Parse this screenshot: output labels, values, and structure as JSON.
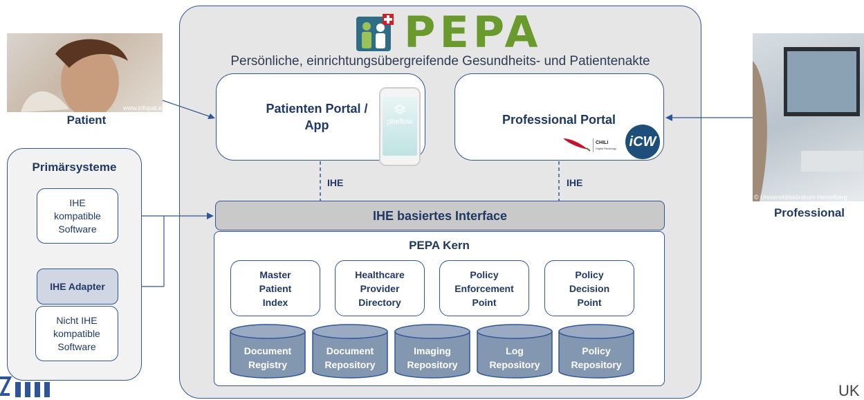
{
  "logo": {
    "wordmark": "PEPA"
  },
  "subtitle": "Persönliche, einrichtungsübergreifende Gesundheits- und Patientenakte",
  "portals": {
    "patient": {
      "title_line1": "Patienten Portal /",
      "title_line2": "App",
      "app_name": "phellow"
    },
    "professional": {
      "title": "Professional Portal",
      "chili_label": "CHILI",
      "chili_sub": "Digital Radiology",
      "icw_label": "iCW"
    }
  },
  "ihe_labels": {
    "left": "IHE",
    "right": "IHE"
  },
  "interface": {
    "label": "IHE basiertes Interface"
  },
  "kern": {
    "title": "PEPA Kern",
    "components": [
      "Master\nPatient\nIndex",
      "Healthcare\nProvider\nDirectory",
      "Policy\nEnforcement\nPoint",
      "Policy\nDecision\nPoint"
    ],
    "repositories": [
      "Document\nRegistry",
      "Document\nRepository",
      "Imaging\nRepository",
      "Log\nRepository",
      "Policy\nRepository"
    ]
  },
  "actors": {
    "patient": {
      "label": "Patient",
      "credit": "www.infopat.eu"
    },
    "professional": {
      "label": "Professional",
      "credit": "© Universitätsklinikum Heidelberg"
    }
  },
  "primaersysteme": {
    "title": "Primärsysteme",
    "ihe_software": "IHE\nkompatible\nSoftware",
    "adapter": "IHE Adapter",
    "non_ihe_software": "Nicht IHE\nkompatible\nSoftware"
  },
  "footer": {
    "right_logo_text": "UK"
  },
  "colors": {
    "navy": "#1f3864",
    "border_blue": "#2e5597",
    "cylinder": "#8497b0",
    "pepa_green": "#6a9a2d"
  }
}
